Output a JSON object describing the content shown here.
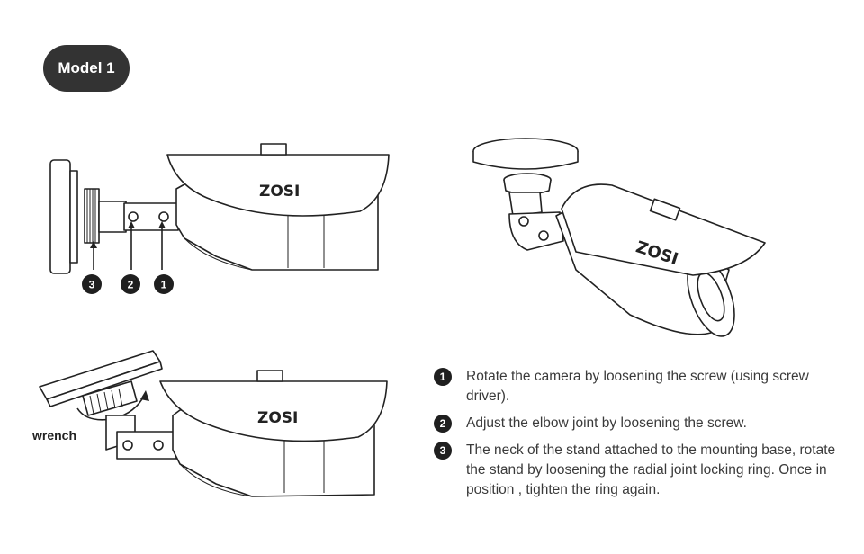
{
  "badge": {
    "label": "Model 1"
  },
  "brand": {
    "logo_text": "ZOSI"
  },
  "callouts": {
    "one": "1",
    "two": "2",
    "three": "3"
  },
  "wrench_label": "wrench",
  "steps": [
    {
      "num": "1",
      "text": "Rotate the camera by loosening the screw (using screw driver)."
    },
    {
      "num": "2",
      "text": "Adjust the elbow joint by loosening the screw."
    },
    {
      "num": "3",
      "text": "The neck of the stand attached to the mounting base, rotate the stand by loosening the radial joint locking ring. Once in position , tighten the ring again."
    }
  ],
  "colors": {
    "badge_bg": "#333333",
    "line": "#222222",
    "text": "#3a3a3a"
  }
}
